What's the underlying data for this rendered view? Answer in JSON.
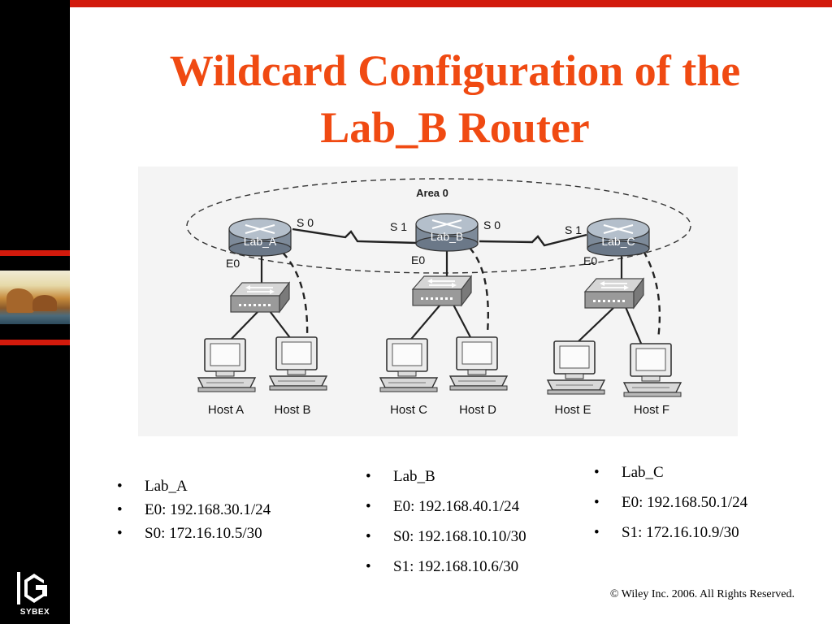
{
  "slide": {
    "title_line1": "Wildcard Configuration of  the",
    "title_line2": "Lab_B Router",
    "copyright": "© Wiley Inc. 2006. All Rights Reserved.",
    "logo_text": "SYBEX",
    "accent_color": "#d21a0c",
    "title_color": "#f04a12"
  },
  "diagram": {
    "area_label": "Area 0",
    "routers": [
      {
        "label": "Lab_A",
        "serial": "S 0",
        "ethernet": "E0"
      },
      {
        "label": "Lab_B",
        "serial_left": "S 1",
        "serial_right": "S 0",
        "ethernet": "E0"
      },
      {
        "label": "Lab_C",
        "serial": "S 1",
        "ethernet": "E0"
      }
    ],
    "hosts": [
      "Host A",
      "Host B",
      "Host C",
      "Host D",
      "Host E",
      "Host F"
    ]
  },
  "columns": [
    {
      "items": [
        "Lab_A",
        "E0: 192.168.30.1/24",
        "S0: 172.16.10.5/30"
      ]
    },
    {
      "items": [
        "Lab_B",
        "E0: 192.168.40.1/24",
        "S0: 192.168.10.10/30",
        "S1: 192.168.10.6/30"
      ]
    },
    {
      "items": [
        "Lab_C",
        "E0: 192.168.50.1/24",
        "S1: 172.16.10.9/30"
      ]
    }
  ]
}
